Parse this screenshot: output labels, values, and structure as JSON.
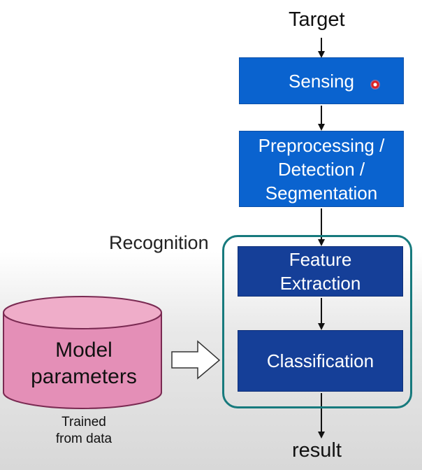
{
  "target_label": "Target",
  "recognition_label": "Recognition",
  "result_label": "result",
  "boxes": {
    "sensing": "Sensing",
    "preprocessing": "Preprocessing /\nDetection /\nSegmentation",
    "feature_extraction": "Feature\nExtraction",
    "classification": "Classification"
  },
  "model": {
    "label": "Model\nparameters",
    "caption": "Trained\nfrom data"
  },
  "colors": {
    "upper_box": "#0a63cf",
    "recognition_box": "#153f98",
    "recognition_frame": "#177a7d",
    "cylinder_fill": "#e48fb7",
    "cylinder_stroke": "#7a2a52"
  }
}
